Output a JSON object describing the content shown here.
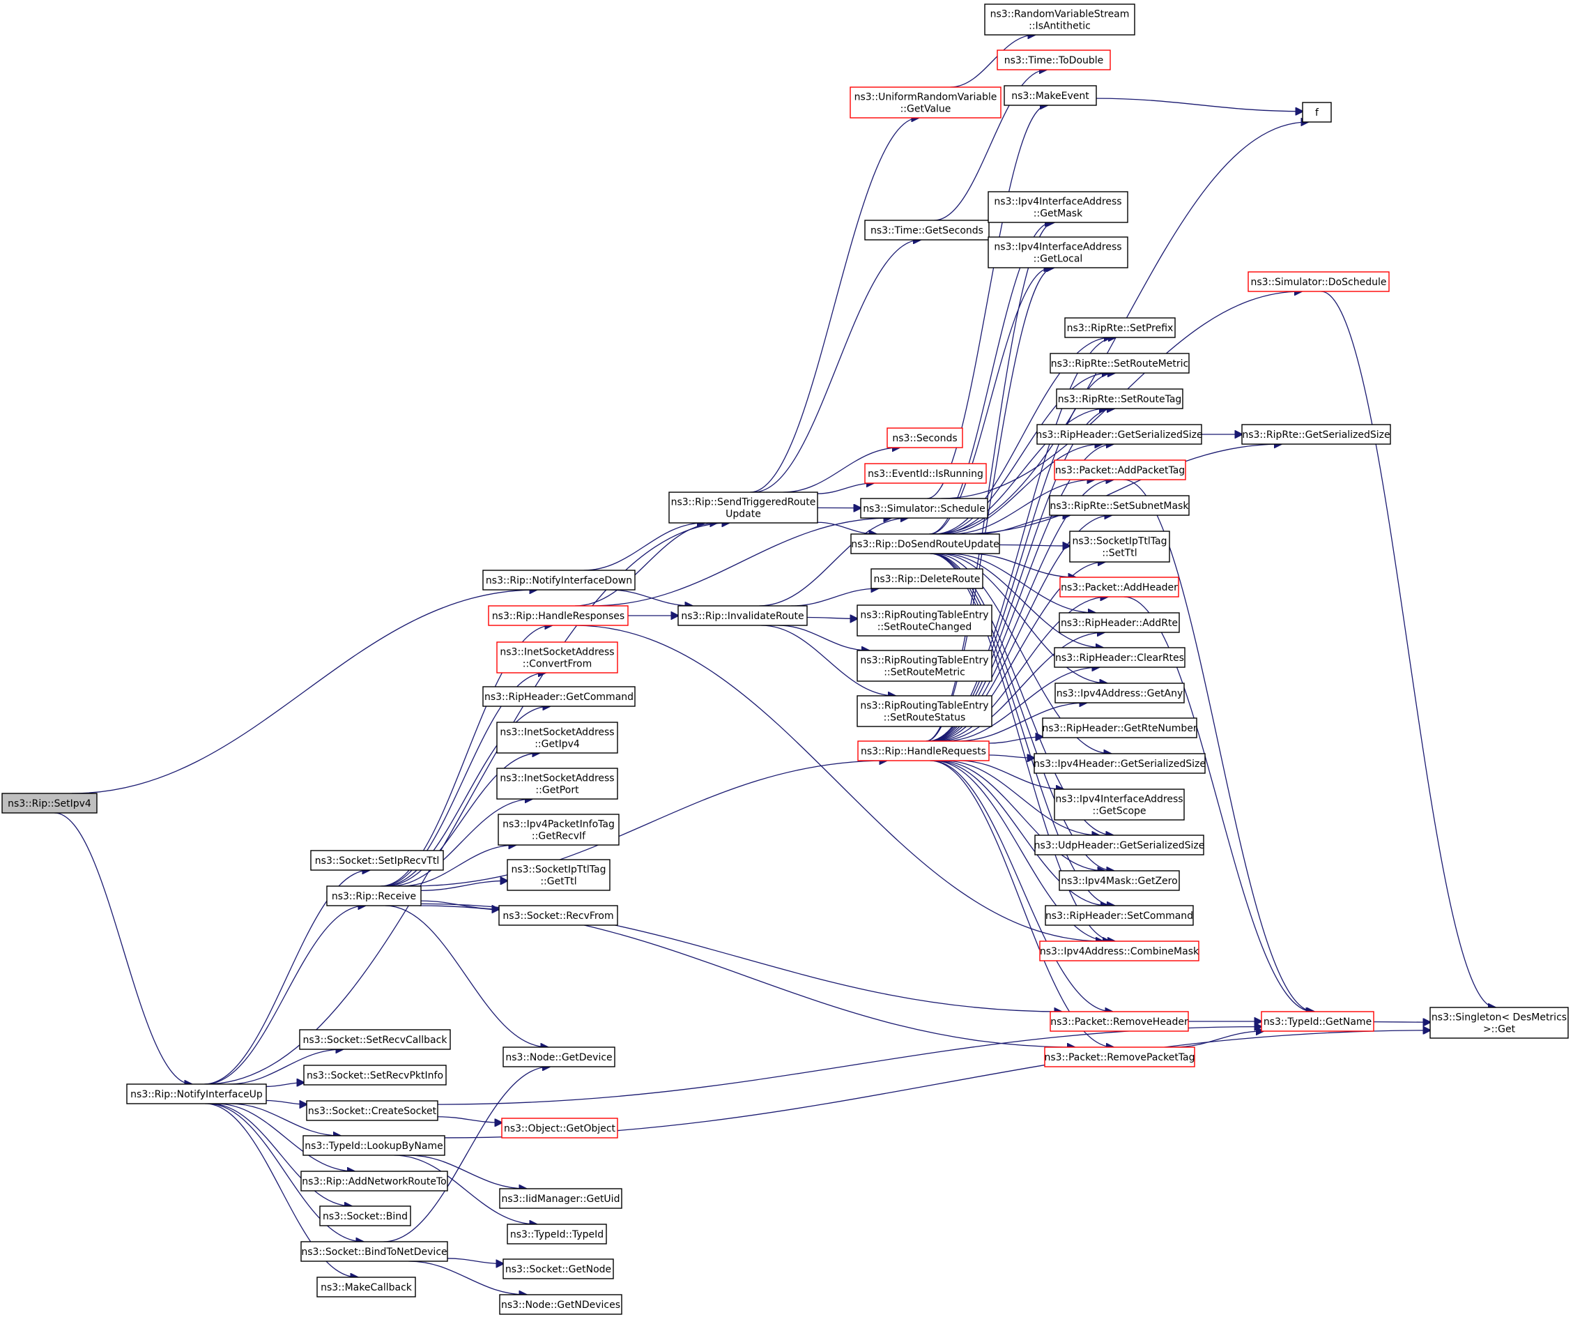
{
  "title": "Call graph of ns3::Rip::SetIpv4",
  "colors": {
    "edge": "#191970",
    "normal_border": "#000000",
    "truncated_border": "#ff0000",
    "root_fill": "#bfbfbf"
  },
  "nodes": [
    {
      "id": "SetIpv4",
      "lines": [
        "ns3::Rip::SetIpv4"
      ],
      "style": "root"
    },
    {
      "id": "NotifyInterfaceUp",
      "lines": [
        "ns3::Rip::NotifyInterfaceUp"
      ],
      "style": "normal"
    },
    {
      "id": "NotifyInterfaceDown",
      "lines": [
        "ns3::Rip::NotifyInterfaceDown"
      ],
      "style": "normal"
    },
    {
      "id": "SendTriggeredRouteUpdate",
      "lines": [
        "ns3::Rip::SendTriggeredRoute",
        "Update"
      ],
      "style": "normal"
    },
    {
      "id": "HandleResponses",
      "lines": [
        "ns3::Rip::HandleResponses"
      ],
      "style": "truncated"
    },
    {
      "id": "InvalidateRoute",
      "lines": [
        "ns3::Rip::InvalidateRoute"
      ],
      "style": "normal"
    },
    {
      "id": "ConvertFrom",
      "lines": [
        "ns3::InetSocketAddress",
        "::ConvertFrom"
      ],
      "style": "truncated"
    },
    {
      "id": "GetCommand",
      "lines": [
        "ns3::RipHeader::GetCommand"
      ],
      "style": "normal"
    },
    {
      "id": "GetIpv4",
      "lines": [
        "ns3::InetSocketAddress",
        "::GetIpv4"
      ],
      "style": "normal"
    },
    {
      "id": "GetPort",
      "lines": [
        "ns3::InetSocketAddress",
        "::GetPort"
      ],
      "style": "normal"
    },
    {
      "id": "GetRecvIf",
      "lines": [
        "ns3::Ipv4PacketInfoTag",
        "::GetRecvIf"
      ],
      "style": "normal"
    },
    {
      "id": "GetTtl",
      "lines": [
        "ns3::SocketIpTtlTag",
        "::GetTtl"
      ],
      "style": "normal"
    },
    {
      "id": "RecvFrom",
      "lines": [
        "ns3::Socket::RecvFrom"
      ],
      "style": "normal"
    },
    {
      "id": "SetIpRecvTtl",
      "lines": [
        "ns3::Socket::SetIpRecvTtl"
      ],
      "style": "normal"
    },
    {
      "id": "Receive",
      "lines": [
        "ns3::Rip::Receive"
      ],
      "style": "normal"
    },
    {
      "id": "SetRecvCallback",
      "lines": [
        "ns3::Socket::SetRecvCallback"
      ],
      "style": "normal"
    },
    {
      "id": "SetRecvPktInfo",
      "lines": [
        "ns3::Socket::SetRecvPktInfo"
      ],
      "style": "normal"
    },
    {
      "id": "CreateSocket",
      "lines": [
        "ns3::Socket::CreateSocket"
      ],
      "style": "normal"
    },
    {
      "id": "LookupByName",
      "lines": [
        "ns3::TypeId::LookupByName"
      ],
      "style": "normal"
    },
    {
      "id": "AddNetworkRouteTo",
      "lines": [
        "ns3::Rip::AddNetworkRouteTo"
      ],
      "style": "normal"
    },
    {
      "id": "Bind",
      "lines": [
        "ns3::Socket::Bind"
      ],
      "style": "normal"
    },
    {
      "id": "BindToNetDevice",
      "lines": [
        "ns3::Socket::BindToNetDevice"
      ],
      "style": "normal"
    },
    {
      "id": "MakeCallback",
      "lines": [
        "ns3::MakeCallback"
      ],
      "style": "normal"
    },
    {
      "id": "GetDevice",
      "lines": [
        "ns3::Node::GetDevice"
      ],
      "style": "normal"
    },
    {
      "id": "GetObject",
      "lines": [
        "ns3::Object::GetObject"
      ],
      "style": "truncated"
    },
    {
      "id": "GetUid",
      "lines": [
        "ns3::IidManager::GetUid"
      ],
      "style": "normal"
    },
    {
      "id": "TypeIdCtor",
      "lines": [
        "ns3::TypeId::TypeId"
      ],
      "style": "normal"
    },
    {
      "id": "GetNode",
      "lines": [
        "ns3::Socket::GetNode"
      ],
      "style": "normal"
    },
    {
      "id": "GetNDevices",
      "lines": [
        "ns3::Node::GetNDevices"
      ],
      "style": "normal"
    },
    {
      "id": "UniformGetValue",
      "lines": [
        "ns3::UniformRandomVariable",
        "::GetValue"
      ],
      "style": "truncated"
    },
    {
      "id": "TimeGetSeconds",
      "lines": [
        "ns3::Time::GetSeconds"
      ],
      "style": "normal"
    },
    {
      "id": "Seconds",
      "lines": [
        "ns3::Seconds"
      ],
      "style": "truncated"
    },
    {
      "id": "IsRunning",
      "lines": [
        "ns3::EventId::IsRunning"
      ],
      "style": "truncated"
    },
    {
      "id": "Schedule",
      "lines": [
        "ns3::Simulator::Schedule"
      ],
      "style": "normal"
    },
    {
      "id": "DoSendRouteUpdate",
      "lines": [
        "ns3::Rip::DoSendRouteUpdate"
      ],
      "style": "normal"
    },
    {
      "id": "DeleteRoute",
      "lines": [
        "ns3::Rip::DeleteRoute"
      ],
      "style": "normal"
    },
    {
      "id": "SetRouteChanged",
      "lines": [
        "ns3::RipRoutingTableEntry",
        "::SetRouteChanged"
      ],
      "style": "normal"
    },
    {
      "id": "RTESetRouteMetric",
      "lines": [
        "ns3::RipRoutingTableEntry",
        "::SetRouteMetric"
      ],
      "style": "normal"
    },
    {
      "id": "SetRouteStatus",
      "lines": [
        "ns3::RipRoutingTableEntry",
        "::SetRouteStatus"
      ],
      "style": "normal"
    },
    {
      "id": "HandleRequests",
      "lines": [
        "ns3::Rip::HandleRequests"
      ],
      "style": "truncated"
    },
    {
      "id": "IsAntithetic",
      "lines": [
        "ns3::RandomVariableStream",
        "::IsAntithetic"
      ],
      "style": "normal"
    },
    {
      "id": "ToDouble",
      "lines": [
        "ns3::Time::ToDouble"
      ],
      "style": "truncated"
    },
    {
      "id": "MakeEvent",
      "lines": [
        "ns3::MakeEvent"
      ],
      "style": "normal"
    },
    {
      "id": "f",
      "lines": [
        "f"
      ],
      "style": "normal"
    },
    {
      "id": "GetMask",
      "lines": [
        "ns3::Ipv4InterfaceAddress",
        "::GetMask"
      ],
      "style": "normal"
    },
    {
      "id": "GetLocal",
      "lines": [
        "ns3::Ipv4InterfaceAddress",
        "::GetLocal"
      ],
      "style": "normal"
    },
    {
      "id": "DoSchedule",
      "lines": [
        "ns3::Simulator::DoSchedule"
      ],
      "style": "truncated"
    },
    {
      "id": "SetPrefix",
      "lines": [
        "ns3::RipRte::SetPrefix"
      ],
      "style": "normal"
    },
    {
      "id": "RteSetRouteMetric",
      "lines": [
        "ns3::RipRte::SetRouteMetric"
      ],
      "style": "normal"
    },
    {
      "id": "SetRouteTag",
      "lines": [
        "ns3::RipRte::SetRouteTag"
      ],
      "style": "normal"
    },
    {
      "id": "RipHeaderGetSerializedSize",
      "lines": [
        "ns3::RipHeader::GetSerializedSize"
      ],
      "style": "normal"
    },
    {
      "id": "RipRteGetSerializedSize",
      "lines": [
        "ns3::RipRte::GetSerializedSize"
      ],
      "style": "normal"
    },
    {
      "id": "AddPacketTag",
      "lines": [
        "ns3::Packet::AddPacketTag"
      ],
      "style": "truncated"
    },
    {
      "id": "SetSubnetMask",
      "lines": [
        "ns3::RipRte::SetSubnetMask"
      ],
      "style": "normal"
    },
    {
      "id": "SetTtl",
      "lines": [
        "ns3::SocketIpTtlTag",
        "::SetTtl"
      ],
      "style": "normal"
    },
    {
      "id": "AddHeader",
      "lines": [
        "ns3::Packet::AddHeader"
      ],
      "style": "truncated"
    },
    {
      "id": "AddRte",
      "lines": [
        "ns3::RipHeader::AddRte"
      ],
      "style": "normal"
    },
    {
      "id": "ClearRtes",
      "lines": [
        "ns3::RipHeader::ClearRtes"
      ],
      "style": "normal"
    },
    {
      "id": "GetAny",
      "lines": [
        "ns3::Ipv4Address::GetAny"
      ],
      "style": "normal"
    },
    {
      "id": "GetRteNumber",
      "lines": [
        "ns3::RipHeader::GetRteNumber"
      ],
      "style": "normal"
    },
    {
      "id": "Ipv4HeaderGetSerializedSize",
      "lines": [
        "ns3::Ipv4Header::GetSerializedSize"
      ],
      "style": "normal"
    },
    {
      "id": "GetScope",
      "lines": [
        "ns3::Ipv4InterfaceAddress",
        "::GetScope"
      ],
      "style": "normal"
    },
    {
      "id": "UdpHeaderGetSerializedSize",
      "lines": [
        "ns3::UdpHeader::GetSerializedSize"
      ],
      "style": "normal"
    },
    {
      "id": "GetZero",
      "lines": [
        "ns3::Ipv4Mask::GetZero"
      ],
      "style": "normal"
    },
    {
      "id": "SetCommand",
      "lines": [
        "ns3::RipHeader::SetCommand"
      ],
      "style": "normal"
    },
    {
      "id": "CombineMask",
      "lines": [
        "ns3::Ipv4Address::CombineMask"
      ],
      "style": "truncated"
    },
    {
      "id": "RemoveHeader",
      "lines": [
        "ns3::Packet::RemoveHeader"
      ],
      "style": "truncated"
    },
    {
      "id": "RemovePacketTag",
      "lines": [
        "ns3::Packet::RemovePacketTag"
      ],
      "style": "truncated"
    },
    {
      "id": "GetName",
      "lines": [
        "ns3::TypeId::GetName"
      ],
      "style": "truncated"
    },
    {
      "id": "SingletonGet",
      "lines": [
        "ns3::Singleton< DesMetrics",
        ">::Get"
      ],
      "style": "normal"
    }
  ],
  "edges": [
    [
      "SetIpv4",
      "NotifyInterfaceDown"
    ],
    [
      "SetIpv4",
      "NotifyInterfaceUp"
    ],
    [
      "NotifyInterfaceDown",
      "SendTriggeredRouteUpdate"
    ],
    [
      "NotifyInterfaceDown",
      "InvalidateRoute"
    ],
    [
      "NotifyInterfaceUp",
      "SendTriggeredRouteUpdate"
    ],
    [
      "NotifyInterfaceUp",
      "SetIpRecvTtl"
    ],
    [
      "NotifyInterfaceUp",
      "Receive"
    ],
    [
      "NotifyInterfaceUp",
      "SetRecvCallback"
    ],
    [
      "NotifyInterfaceUp",
      "SetRecvPktInfo"
    ],
    [
      "NotifyInterfaceUp",
      "CreateSocket"
    ],
    [
      "NotifyInterfaceUp",
      "LookupByName"
    ],
    [
      "NotifyInterfaceUp",
      "AddNetworkRouteTo"
    ],
    [
      "NotifyInterfaceUp",
      "Bind"
    ],
    [
      "NotifyInterfaceUp",
      "BindToNetDevice"
    ],
    [
      "NotifyInterfaceUp",
      "MakeCallback"
    ],
    [
      "Receive",
      "HandleResponses"
    ],
    [
      "Receive",
      "ConvertFrom"
    ],
    [
      "Receive",
      "GetCommand"
    ],
    [
      "Receive",
      "GetIpv4"
    ],
    [
      "Receive",
      "GetPort"
    ],
    [
      "Receive",
      "GetRecvIf"
    ],
    [
      "Receive",
      "GetTtl"
    ],
    [
      "Receive",
      "RecvFrom"
    ],
    [
      "Receive",
      "HandleRequests"
    ],
    [
      "Receive",
      "RemoveHeader"
    ],
    [
      "Receive",
      "RemovePacketTag"
    ],
    [
      "Receive",
      "GetDevice"
    ],
    [
      "HandleResponses",
      "SendTriggeredRouteUpdate"
    ],
    [
      "HandleResponses",
      "InvalidateRoute"
    ],
    [
      "HandleResponses",
      "Schedule"
    ],
    [
      "HandleResponses",
      "CombineMask"
    ],
    [
      "SendTriggeredRouteUpdate",
      "UniformGetValue"
    ],
    [
      "SendTriggeredRouteUpdate",
      "TimeGetSeconds"
    ],
    [
      "SendTriggeredRouteUpdate",
      "Seconds"
    ],
    [
      "SendTriggeredRouteUpdate",
      "IsRunning"
    ],
    [
      "SendTriggeredRouteUpdate",
      "Schedule"
    ],
    [
      "SendTriggeredRouteUpdate",
      "DoSendRouteUpdate"
    ],
    [
      "InvalidateRoute",
      "Schedule"
    ],
    [
      "InvalidateRoute",
      "DeleteRoute"
    ],
    [
      "InvalidateRoute",
      "SetRouteChanged"
    ],
    [
      "InvalidateRoute",
      "RTESetRouteMetric"
    ],
    [
      "InvalidateRoute",
      "SetRouteStatus"
    ],
    [
      "UniformGetValue",
      "IsAntithetic"
    ],
    [
      "TimeGetSeconds",
      "ToDouble"
    ],
    [
      "Schedule",
      "MakeEvent"
    ],
    [
      "Schedule",
      "DoSchedule"
    ],
    [
      "MakeEvent",
      "f"
    ],
    [
      "DoSendRouteUpdate",
      "f"
    ],
    [
      "DoSendRouteUpdate",
      "GetMask"
    ],
    [
      "DoSendRouteUpdate",
      "GetLocal"
    ],
    [
      "DoSendRouteUpdate",
      "SetPrefix"
    ],
    [
      "DoSendRouteUpdate",
      "RteSetRouteMetric"
    ],
    [
      "DoSendRouteUpdate",
      "SetRouteTag"
    ],
    [
      "DoSendRouteUpdate",
      "RipHeaderGetSerializedSize"
    ],
    [
      "DoSendRouteUpdate",
      "RipRteGetSerializedSize"
    ],
    [
      "DoSendRouteUpdate",
      "AddPacketTag"
    ],
    [
      "DoSendRouteUpdate",
      "SetSubnetMask"
    ],
    [
      "DoSendRouteUpdate",
      "SetTtl"
    ],
    [
      "DoSendRouteUpdate",
      "AddHeader"
    ],
    [
      "DoSendRouteUpdate",
      "AddRte"
    ],
    [
      "DoSendRouteUpdate",
      "ClearRtes"
    ],
    [
      "DoSendRouteUpdate",
      "GetAny"
    ],
    [
      "DoSendRouteUpdate",
      "Ipv4HeaderGetSerializedSize"
    ],
    [
      "DoSendRouteUpdate",
      "UdpHeaderGetSerializedSize"
    ],
    [
      "DoSendRouteUpdate",
      "GetZero"
    ],
    [
      "DoSendRouteUpdate",
      "SetCommand"
    ],
    [
      "DoSendRouteUpdate",
      "CombineMask"
    ],
    [
      "HandleRequests",
      "SetPrefix"
    ],
    [
      "HandleRequests",
      "RteSetRouteMetric"
    ],
    [
      "HandleRequests",
      "SetRouteTag"
    ],
    [
      "HandleRequests",
      "RipHeaderGetSerializedSize"
    ],
    [
      "HandleRequests",
      "AddPacketTag"
    ],
    [
      "HandleRequests",
      "SetSubnetMask"
    ],
    [
      "HandleRequests",
      "SetTtl"
    ],
    [
      "HandleRequests",
      "AddHeader"
    ],
    [
      "HandleRequests",
      "AddRte"
    ],
    [
      "HandleRequests",
      "ClearRtes"
    ],
    [
      "HandleRequests",
      "GetAny"
    ],
    [
      "HandleRequests",
      "GetRteNumber"
    ],
    [
      "HandleRequests",
      "Ipv4HeaderGetSerializedSize"
    ],
    [
      "HandleRequests",
      "GetScope"
    ],
    [
      "HandleRequests",
      "UdpHeaderGetSerializedSize"
    ],
    [
      "HandleRequests",
      "GetZero"
    ],
    [
      "HandleRequests",
      "SetCommand"
    ],
    [
      "HandleRequests",
      "CombineMask"
    ],
    [
      "HandleRequests",
      "RemoveHeader"
    ],
    [
      "HandleRequests",
      "RemovePacketTag"
    ],
    [
      "HandleRequests",
      "GetMask"
    ],
    [
      "HandleRequests",
      "GetLocal"
    ],
    [
      "RipHeaderGetSerializedSize",
      "RipRteGetSerializedSize"
    ],
    [
      "AddPacketTag",
      "GetName"
    ],
    [
      "AddHeader",
      "GetName"
    ],
    [
      "RemoveHeader",
      "GetName"
    ],
    [
      "RemovePacketTag",
      "GetName"
    ],
    [
      "GetName",
      "SingletonGet"
    ],
    [
      "DoSchedule",
      "SingletonGet"
    ],
    [
      "CreateSocket",
      "GetName"
    ],
    [
      "CreateSocket",
      "GetObject"
    ],
    [
      "LookupByName",
      "SingletonGet"
    ],
    [
      "LookupByName",
      "GetUid"
    ],
    [
      "LookupByName",
      "TypeIdCtor"
    ],
    [
      "BindToNetDevice",
      "GetDevice"
    ],
    [
      "BindToNetDevice",
      "GetNode"
    ],
    [
      "BindToNetDevice",
      "GetNDevices"
    ]
  ]
}
